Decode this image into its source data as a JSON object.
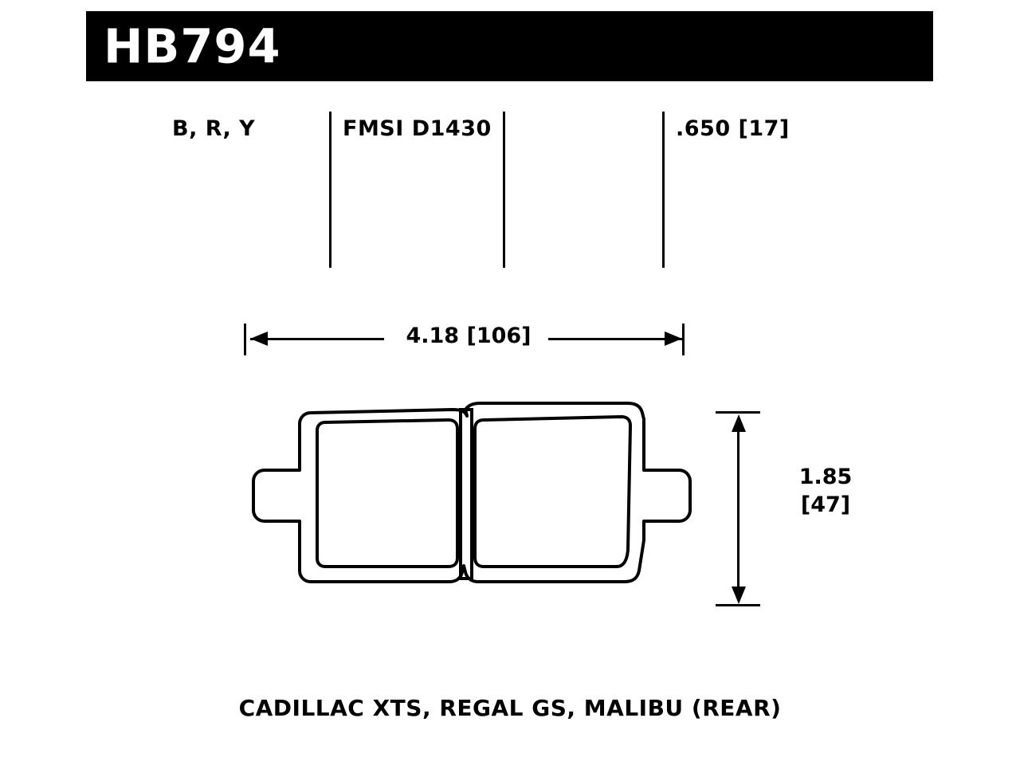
{
  "header": {
    "part_number": "HB794"
  },
  "specs": {
    "compounds": "B, R, Y",
    "fmsi": "FMSI D1430",
    "thickness": ".650 [17]"
  },
  "dimensions": {
    "width_label": "4.18  [106]",
    "height_label_in": "1.85",
    "height_label_mm": "[47]"
  },
  "footer": {
    "application": "CADILLAC XTS, REGAL GS, MALIBU (REAR)"
  },
  "colors": {
    "ink": "#000000",
    "paper": "#ffffff",
    "header_bg": "#000000",
    "header_text": "#ffffff"
  },
  "drawing": {
    "pad_outline_name": "brake-pad-outline",
    "slot_name": "brake-pad-center-slot"
  }
}
